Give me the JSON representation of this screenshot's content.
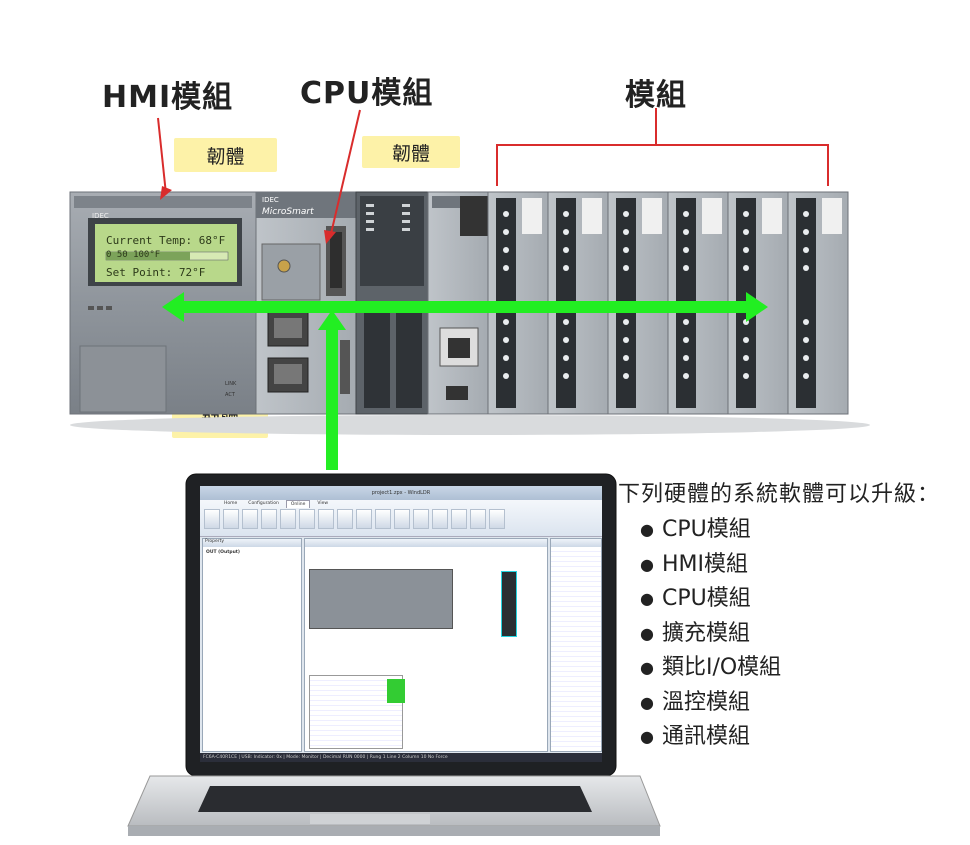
{
  "labels": {
    "hmi_module": "HMI模組",
    "cpu_module": "CPU模組",
    "modules": "模組"
  },
  "firmware_tags": [
    "韌體",
    "韌體",
    "韌體"
  ],
  "hmi_screen": {
    "line1": "Current Temp:    68°F",
    "line2": "0          50           100°F",
    "line3": "Set  Point:    72°F"
  },
  "device": {
    "brand": "IDEC",
    "model": "MicroSmart"
  },
  "software": {
    "title": "project1.zpx - WindLDR",
    "tabs": [
      "Home",
      "Configuration",
      "Online",
      "View"
    ],
    "properties_title": "Property",
    "properties_item": "OUT (Output)",
    "status_bar": "FC6A-C40R1CE  |  USB: Indicator: 0x  |  Mode: Monitor  |  Decimal  RUN   0000  |  Rung 1  Line 2  Column 10      No Force"
  },
  "upgrade_list": {
    "title": "下列硬體的系統軟體可以升級：",
    "items": [
      "CPU模組",
      "HMI模組",
      "CPU模組",
      "擴充模組",
      "類比I/O模組",
      "溫控模組",
      "通訊模組"
    ]
  },
  "colors": {
    "arrow_green": "#22ee22",
    "callout_red": "#d92c2c",
    "firmware_tag_bg": "#fdf2a8",
    "lcd_green": "#b8d88a"
  }
}
